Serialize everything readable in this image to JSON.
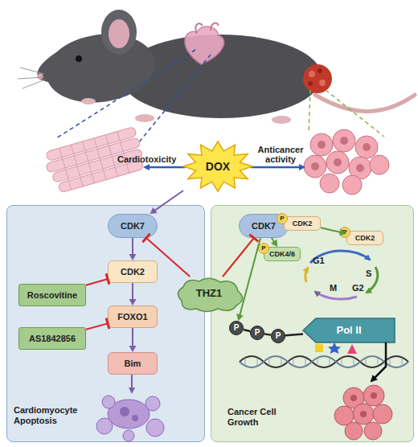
{
  "diagram": {
    "nodes": [
      {
        "text": [
          "DOX"
        ]
      },
      {
        "text": [
          "Cardiomyocyte Apoptosis"
        ]
      },
      {
        "text": [
          "CDK7"
        ],
        "in": 1
      },
      {
        "text": [
          "CDK2"
        ],
        "in": 1
      },
      {
        "text": [
          "Roscovitine"
        ],
        "in": 1
      },
      {
        "text": [
          "FOXO1"
        ],
        "in": 1
      },
      {
        "text": [
          "AS1842856"
        ],
        "in": 1
      },
      {
        "text": [
          "Bim"
        ],
        "in": 1
      },
      {
        "text": [
          "THZ1"
        ]
      },
      {
        "text": [
          "Cancer Cell Growth"
        ]
      },
      {
        "text": [
          "CDK7"
        ],
        "in": 9
      },
      {
        "text": [
          "P"
        ],
        "in": 9
      },
      {
        "text": [
          "CDK2"
        ],
        "in": 9
      },
      {
        "text": [
          "P"
        ],
        "in": 9
      },
      {
        "text": [
          "CDK2"
        ],
        "in": 9
      },
      {
        "text": [
          "P"
        ],
        "in": 9
      },
      {
        "text": [
          "CDK4/6"
        ],
        "in": 9
      },
      {
        "text": [
          "P"
        ],
        "in": 9
      },
      {
        "text": [
          "P"
        ],
        "in": 9
      },
      {
        "text": [
          "P"
        ],
        "in": 9
      },
      {
        "text": [
          "Pol II"
        ],
        "in": 9
      }
    ],
    "edges": [
      {
        "from": 0,
        "to": 2,
        "arrow": "to"
      },
      {
        "from": 2,
        "to": 3,
        "arrow": "to"
      },
      {
        "from": 3,
        "to": 5,
        "arrow": "to"
      },
      {
        "from": 5,
        "to": 7,
        "arrow": "to"
      },
      {
        "from": 4,
        "to": 3,
        "arrow": "to"
      },
      {
        "from": 6,
        "to": 5,
        "arrow": "to"
      },
      {
        "from": 8,
        "to": 2,
        "arrow": "to"
      },
      {
        "from": 8,
        "to": 10,
        "arrow": "to"
      },
      {
        "from": 10,
        "to": 16,
        "arrow": "to"
      },
      {
        "from": 10,
        "to": 17,
        "arrow": "to"
      },
      {
        "from": 12,
        "to": 14,
        "arrow": "to"
      },
      {
        "from": 17,
        "to": 18,
        "arrow": "none"
      },
      {
        "from": 18,
        "to": 19,
        "arrow": "none"
      },
      {
        "from": 19,
        "to": 20,
        "arrow": "none"
      }
    ],
    "labels": [
      "Cardiotoxicity",
      "Anticancer activity",
      "G1",
      "S",
      "M",
      "G2"
    ]
  }
}
